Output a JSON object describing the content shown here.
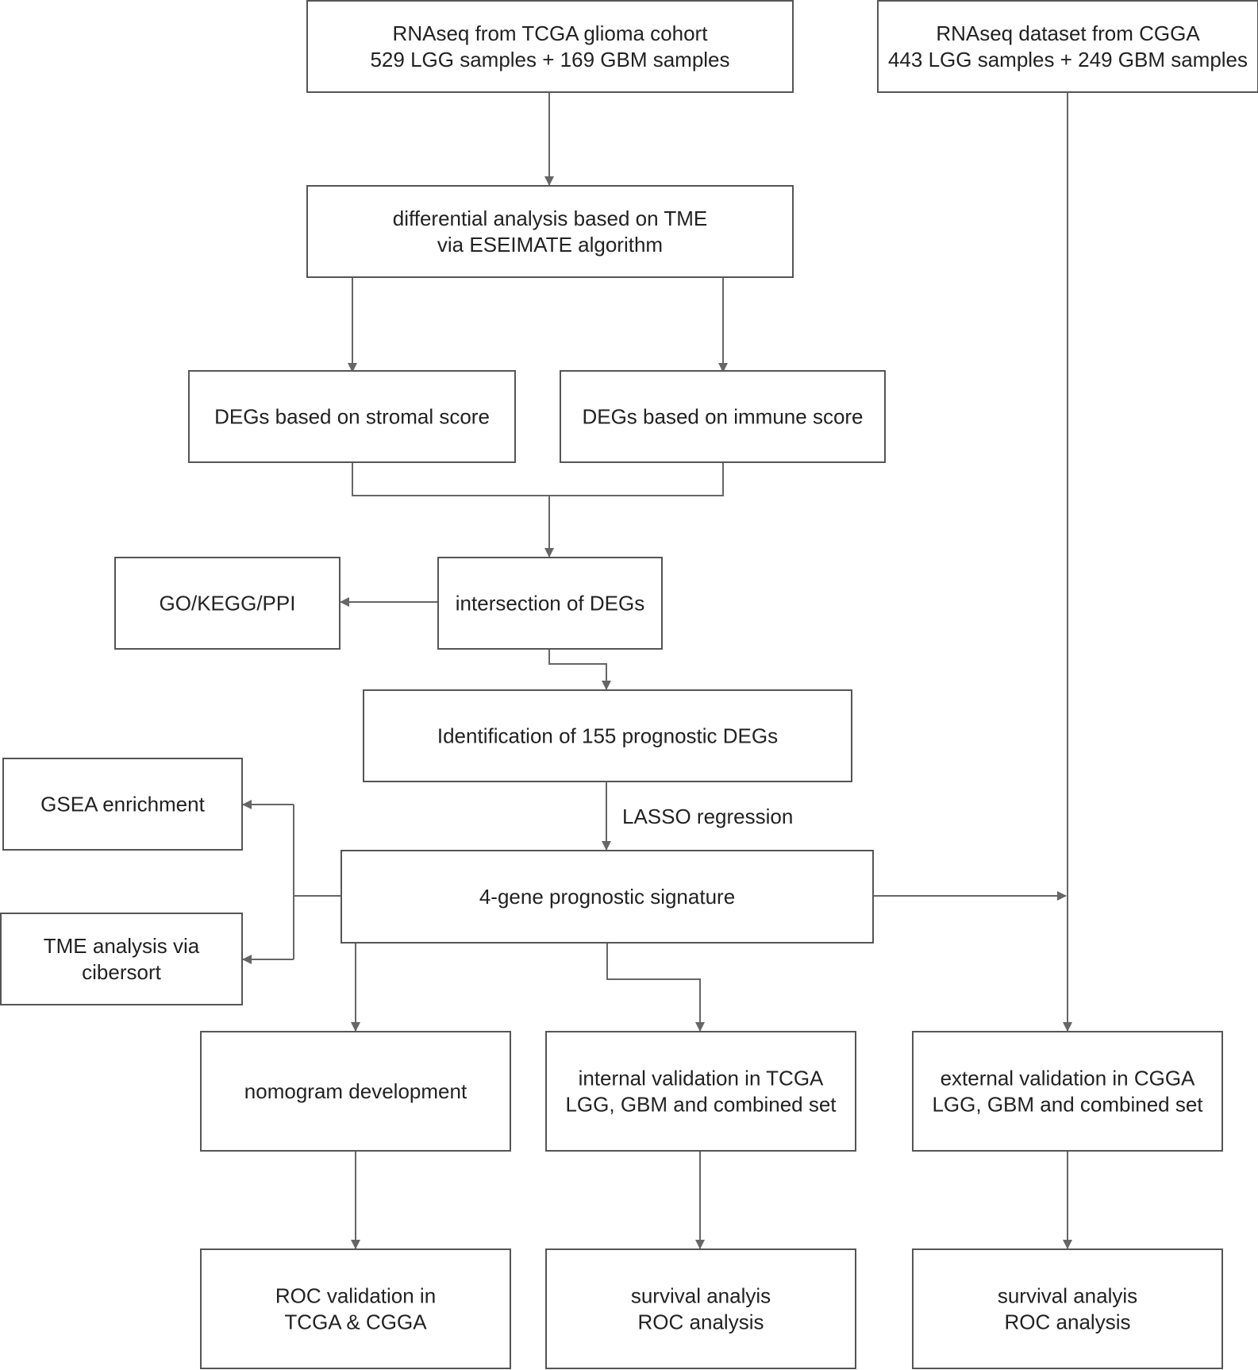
{
  "nodes": {
    "tcga_input": {
      "lines": [
        "RNAseq from TCGA glioma cohort",
        "529 LGG samples + 169 GBM samples"
      ]
    },
    "cgga_input": {
      "lines": [
        "RNAseq dataset from CGGA",
        "443 LGG samples + 249 GBM samples"
      ]
    },
    "diff_analysis": {
      "lines": [
        "differential analysis based on TME",
        "via ESEIMATE algorithm"
      ]
    },
    "degs_stromal": {
      "lines": [
        "DEGs based on stromal score"
      ]
    },
    "degs_immune": {
      "lines": [
        "DEGs based on immune score"
      ]
    },
    "go_kegg": {
      "lines": [
        "GO/KEGG/PPI"
      ]
    },
    "intersection": {
      "lines": [
        "intersection of DEGs"
      ]
    },
    "prognostic_degs": {
      "lines": [
        "Identification of 155 prognostic DEGs"
      ]
    },
    "gsea": {
      "lines": [
        "GSEA enrichment"
      ]
    },
    "signature": {
      "lines": [
        "4-gene prognostic signature"
      ]
    },
    "tme_cibersort": {
      "lines": [
        "TME analysis via",
        "cibersort"
      ]
    },
    "nomogram": {
      "lines": [
        "nomogram development"
      ]
    },
    "internal_validation": {
      "lines": [
        "internal validation in TCGA",
        "LGG, GBM and combined set"
      ]
    },
    "external_validation": {
      "lines": [
        "external validation in CGGA",
        "LGG, GBM and combined set"
      ]
    },
    "roc_validation": {
      "lines": [
        "ROC validation in",
        "TCGA & CGGA"
      ]
    },
    "survival_internal": {
      "lines": [
        "survival analyis",
        "ROC analysis"
      ]
    },
    "survival_external": {
      "lines": [
        "survival analyis",
        "ROC analysis"
      ]
    }
  },
  "edge_labels": {
    "lasso": "LASSO regression"
  }
}
